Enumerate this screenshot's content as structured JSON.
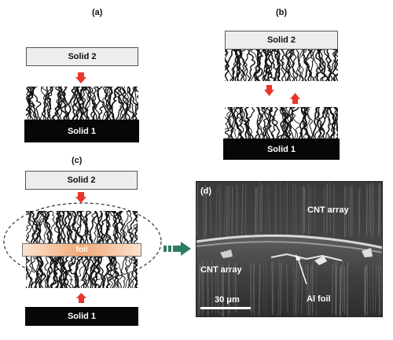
{
  "panels": {
    "a": {
      "label": "(a)",
      "solid2": "Solid 2",
      "solid1": "Solid 1"
    },
    "b": {
      "label": "(b)",
      "solid2": "Solid 2",
      "solid1": "Solid 1"
    },
    "c": {
      "label": "(c)",
      "solid2": "Solid 2",
      "solid1": "Solid 1",
      "foil": "foil"
    },
    "d": {
      "label": "(d)",
      "cnt_top": "CNT array",
      "cnt_bottom": "CNT array",
      "foil": "Al foil",
      "scale": "30 μm"
    }
  },
  "colors": {
    "arrow_red": "#e8362c",
    "arrow_green": "#2e7d62",
    "solid_dark": "#070707",
    "solid_light": "#ededed",
    "foil_orange": "#f2a976"
  }
}
